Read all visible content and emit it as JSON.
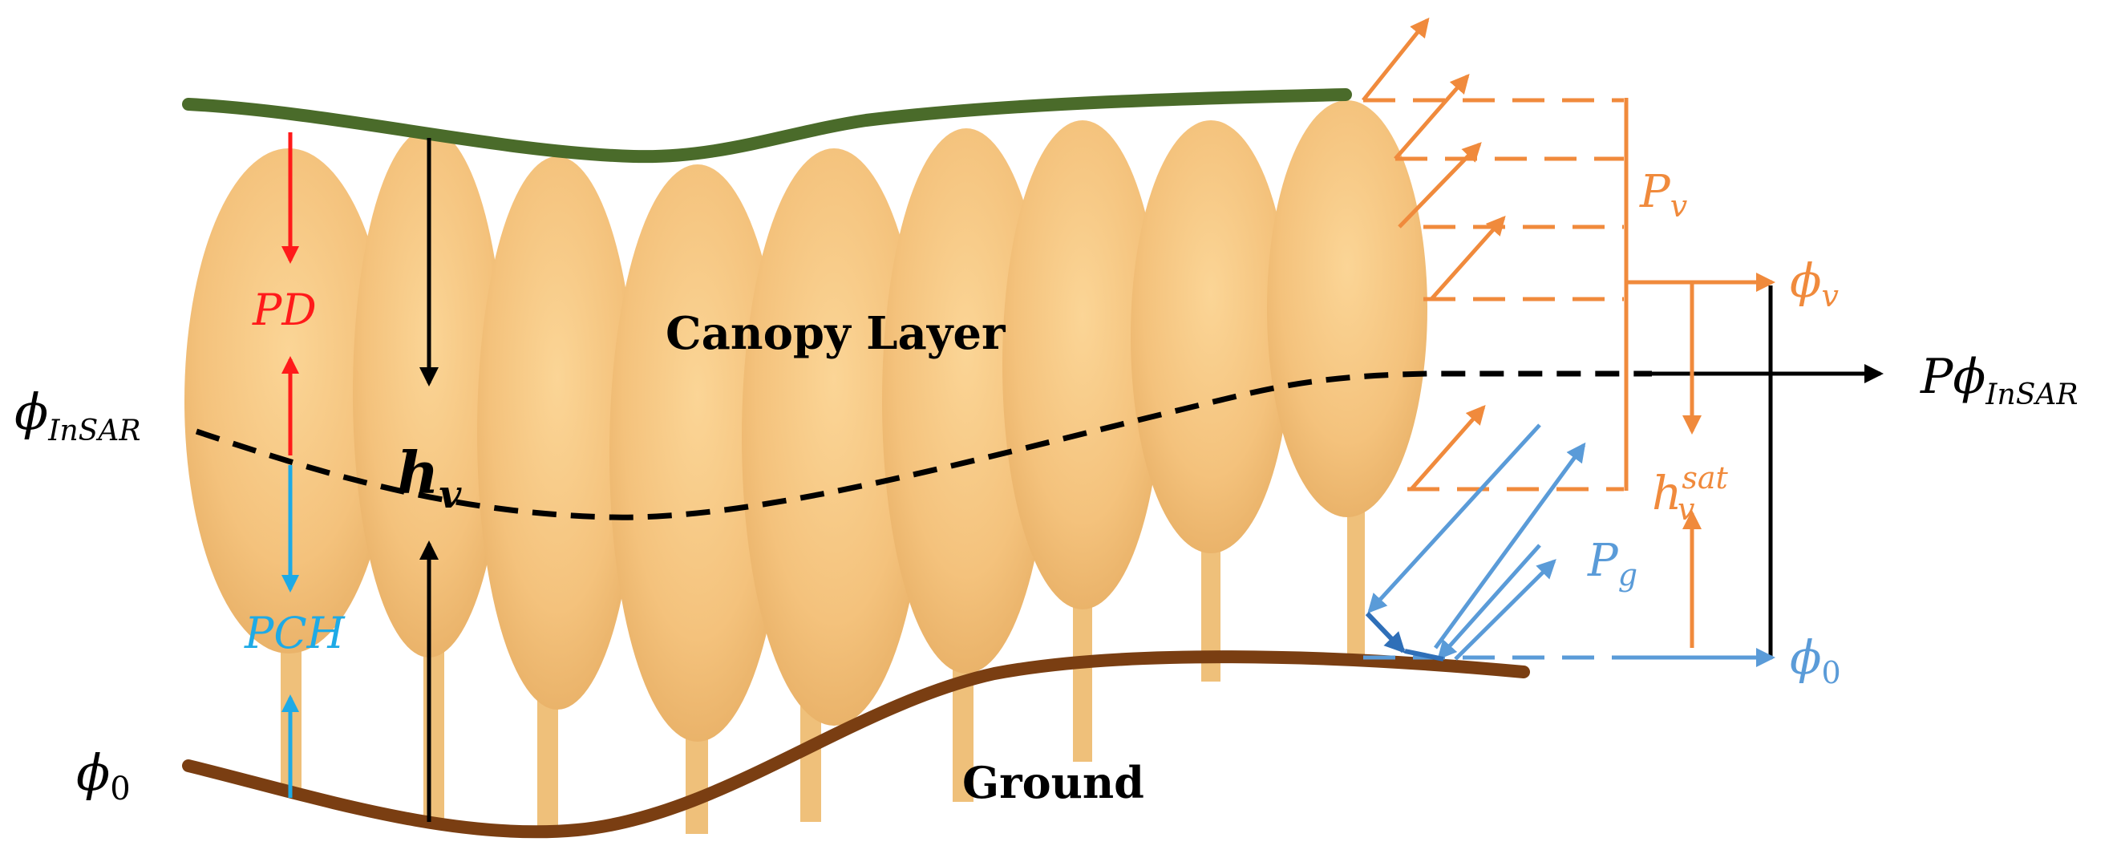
{
  "colors": {
    "canopy_line": "#4a6b2a",
    "ground_line": "#7a3e12",
    "tree_fill": "#f4c27c",
    "trunk_fill": "#efc07a",
    "pd_red": "#ff1a1a",
    "pch_blue": "#1eaae6",
    "volume_orange": "#f08a3c",
    "ground_blue": "#5a9bd8",
    "ground_blue_dark": "#2f6fb8",
    "black": "#000000"
  },
  "labels": {
    "canopy_layer": "Canopy Layer",
    "ground": "Ground",
    "pd": "PD",
    "pch": "PCH",
    "hv_base": "h",
    "hv_sub": "v",
    "phi_insar_base": "ϕ",
    "phi_insar_sub": "InSAR",
    "phi0_base": "ϕ",
    "phi0_sub": "0",
    "pv_base": "P",
    "pv_sub": "v",
    "phiv_base": "ϕ",
    "phiv_sub": "v",
    "pphi_base": "Pϕ",
    "pphi_sub": "InSAR",
    "hvsat_base": "h",
    "hvsat_sub": "v",
    "hvsat_sup": "sat",
    "pg_base": "P",
    "pg_sub": "g",
    "phi0_right_base": "ϕ",
    "phi0_right_sub": "0"
  },
  "icons": {
    "tree": "tree-canopy-icon",
    "arrow": "arrow-icon"
  }
}
